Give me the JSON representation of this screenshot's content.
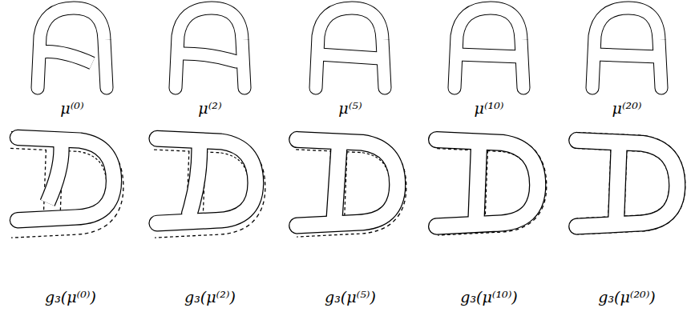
{
  "diagram": {
    "labels": [
      "μ⁽⁰⁾",
      "μ⁽²⁾",
      "μ⁽⁵⁾",
      "μ⁽¹⁰⁾",
      "μ⁽²⁰⁾",
      "g₃(μ⁽⁰⁾)",
      "g₃(μ⁽²⁾)",
      "g₃(μ⁽⁵⁾)",
      "g₃(μ⁽¹⁰⁾)",
      "g₃(μ⁽²⁰⁾)"
    ]
  }
}
